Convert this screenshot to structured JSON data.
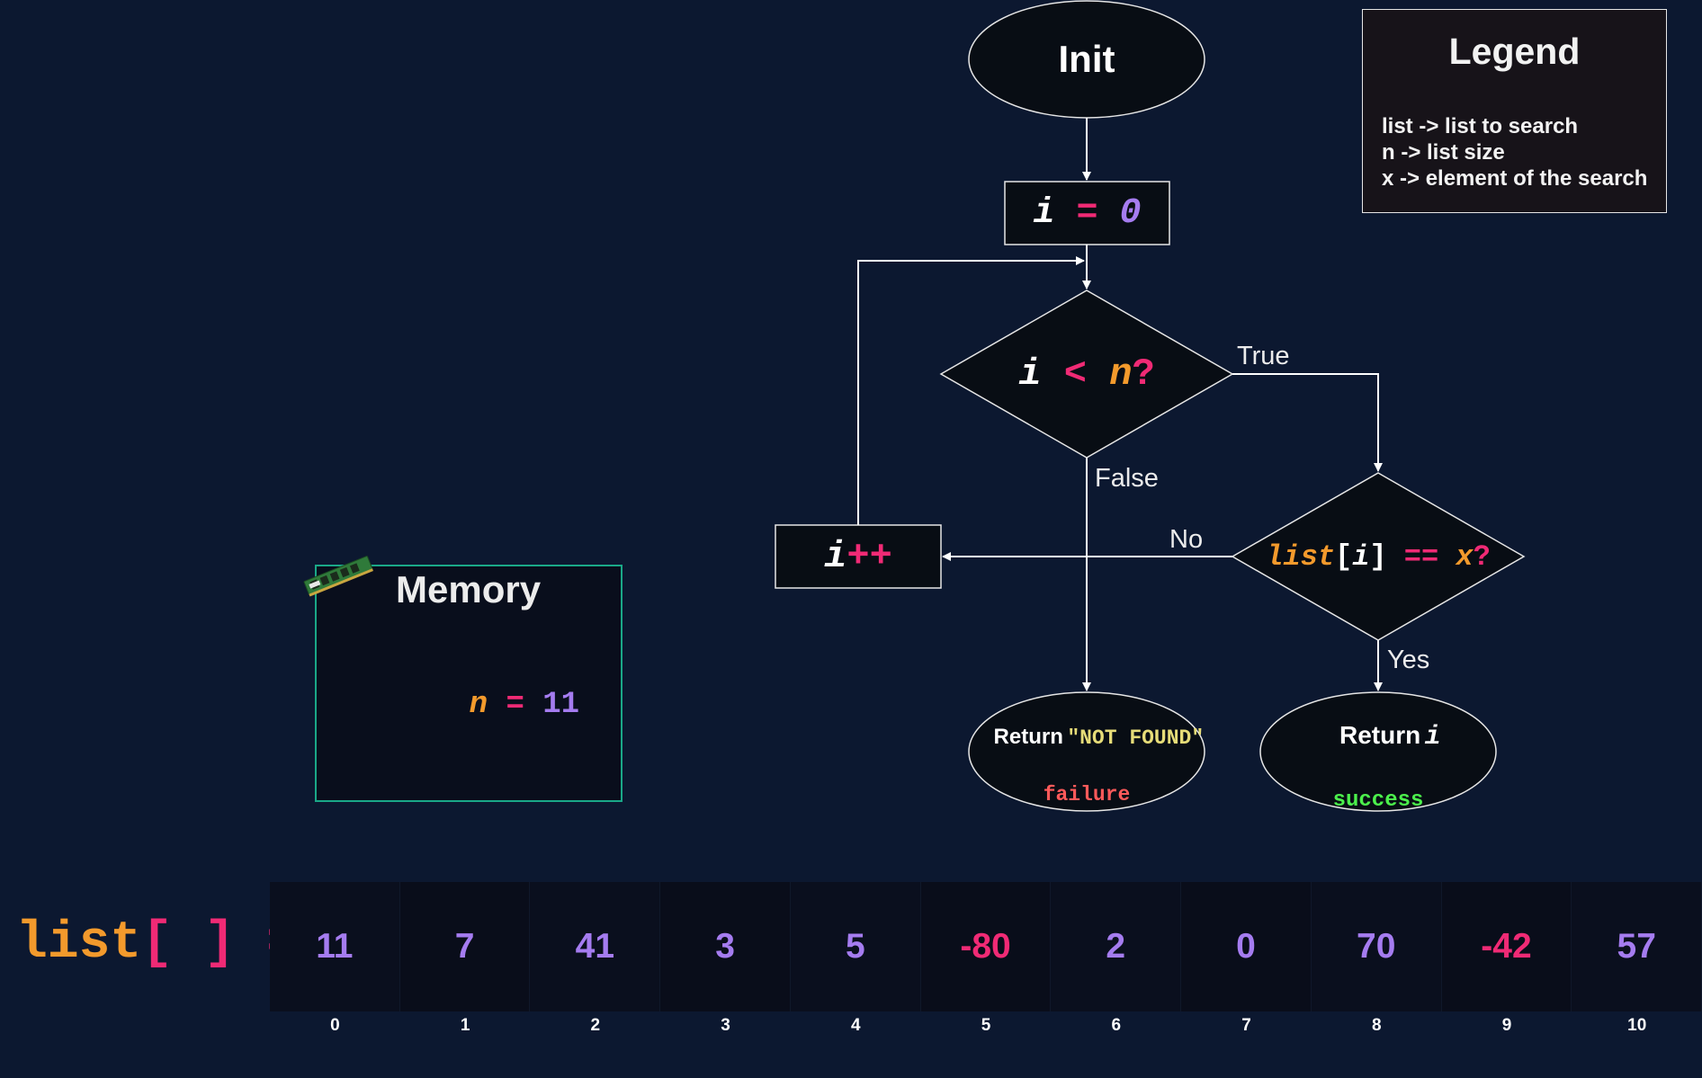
{
  "colors": {
    "background": "#0c1830",
    "node_fill": "#080d14",
    "node_stroke": "#e6e6e6",
    "orange": "#f39a2c",
    "pink": "#f02a75",
    "purple": "#a57cf0",
    "white": "#ffffff",
    "yellow": "#e6dc78",
    "failure_red": "#ff5a5a",
    "success_green": "#4cf04c",
    "memory_border": "#1aa888",
    "legend_bg": "#171319"
  },
  "flowchart": {
    "init": {
      "label": "Init"
    },
    "assign": {
      "var": "i",
      "op": "=",
      "value": "0"
    },
    "cond_loop": {
      "var": "i",
      "op": "<",
      "rhs": "n",
      "q": "?"
    },
    "cond_match": {
      "list": "list",
      "open": "[",
      "idx": "i",
      "close": "]",
      "op": "==",
      "rhs": "x",
      "q": "?"
    },
    "increment": {
      "var": "i",
      "op": "++"
    },
    "return_fail": {
      "prefix": "Return",
      "value": "\"NOT FOUND\"",
      "status": "failure"
    },
    "return_ok": {
      "prefix": "Return",
      "value": "i",
      "status": "success"
    },
    "edge_labels": {
      "true": "True",
      "false": "False",
      "no": "No",
      "yes": "Yes"
    }
  },
  "legend": {
    "title": "Legend",
    "lines": [
      "list -> list to search",
      "n -> list size",
      "x -> element of the search"
    ]
  },
  "memory": {
    "title": "Memory",
    "var": "n",
    "op": "=",
    "value": "11",
    "icon": "ram-stick-icon"
  },
  "array": {
    "name": "list",
    "brackets": "[ ]",
    "eq": "=",
    "values": [
      "11",
      "7",
      "41",
      "3",
      "5",
      "-80",
      "2",
      "0",
      "70",
      "-42",
      "57"
    ],
    "indices": [
      "0",
      "1",
      "2",
      "3",
      "4",
      "5",
      "6",
      "7",
      "8",
      "9",
      "10"
    ]
  }
}
